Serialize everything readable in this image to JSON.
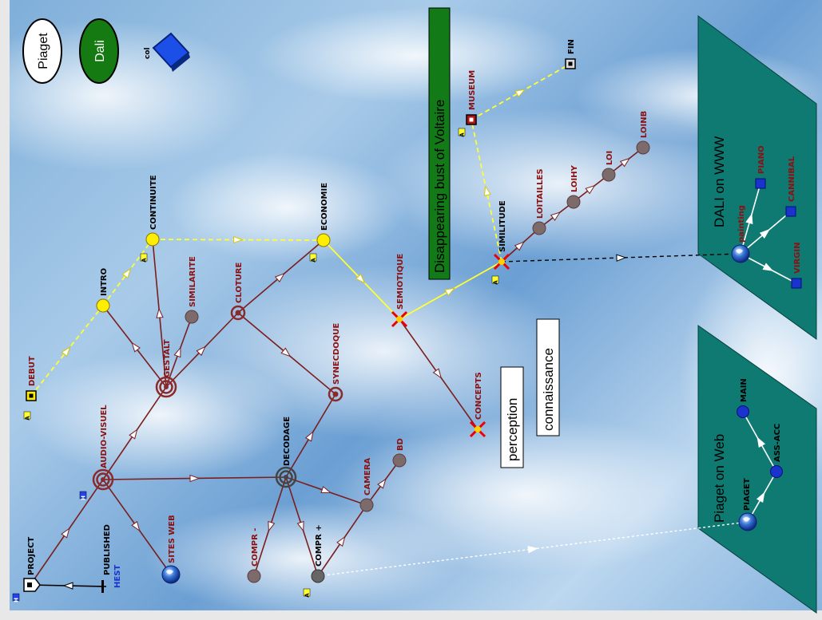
{
  "palette": {
    "link": "#7a1e1e",
    "sequence": "#ffff33",
    "node_red": "#8b2a2a",
    "node_grey": "#7d6b6b",
    "node_black": "#444444",
    "node_yellow": "#ffee00",
    "panel": "#0f7a72",
    "web_square": "#1a33cc",
    "label_dark": "#000000",
    "label_red": "#8b1010"
  },
  "buttons": {
    "piaget": "Piaget",
    "dali": "Dali",
    "col": "col"
  },
  "titles": {
    "voltaire": "Disappearing bust of Voltaire",
    "perception": "perception",
    "connaissance": "connaissance",
    "piaget_panel": "Piaget on Web",
    "dali_panel": "DALI on WWW"
  },
  "nodes": {
    "project": "PROJECT",
    "published": "PUBLISHED",
    "hest": "HEST",
    "sites_web": "SITES WEB",
    "audio_visuel": "AUDIO-VISUEL",
    "debut": "DEBUT",
    "intro": "INTRO",
    "gestalt": "GESTALT",
    "similarite": "SIMILARITE",
    "continuite": "CONTINUITE",
    "cloture": "CLOTURE",
    "economie": "ECONOMIE",
    "decodage": "DECODAGE",
    "synecdoque": "SYNECDOQUE",
    "compr_minus": "COMPR -",
    "compr_plus": "COMPR +",
    "camera": "CAMERA",
    "bd": "BD",
    "semiotique": "SEMIOTIQUE",
    "concepts": "CONCEPTS",
    "similitude": "SIMILITUDE",
    "loitailles": "LOITAILLES",
    "loihy": "LOIHY",
    "loi": "LOI",
    "loinb": "LOINB",
    "museum": "MUSEUM",
    "fin": "FIN",
    "piaget": "PIAGET",
    "ass_acc": "ASS-ACC",
    "main": "MAIN",
    "painting": "painting",
    "piano": "PIANO",
    "cannibal": "CANNIBAL",
    "virgin": "VIRGIN"
  },
  "markers": {
    "a": "A",
    "h": "H"
  }
}
